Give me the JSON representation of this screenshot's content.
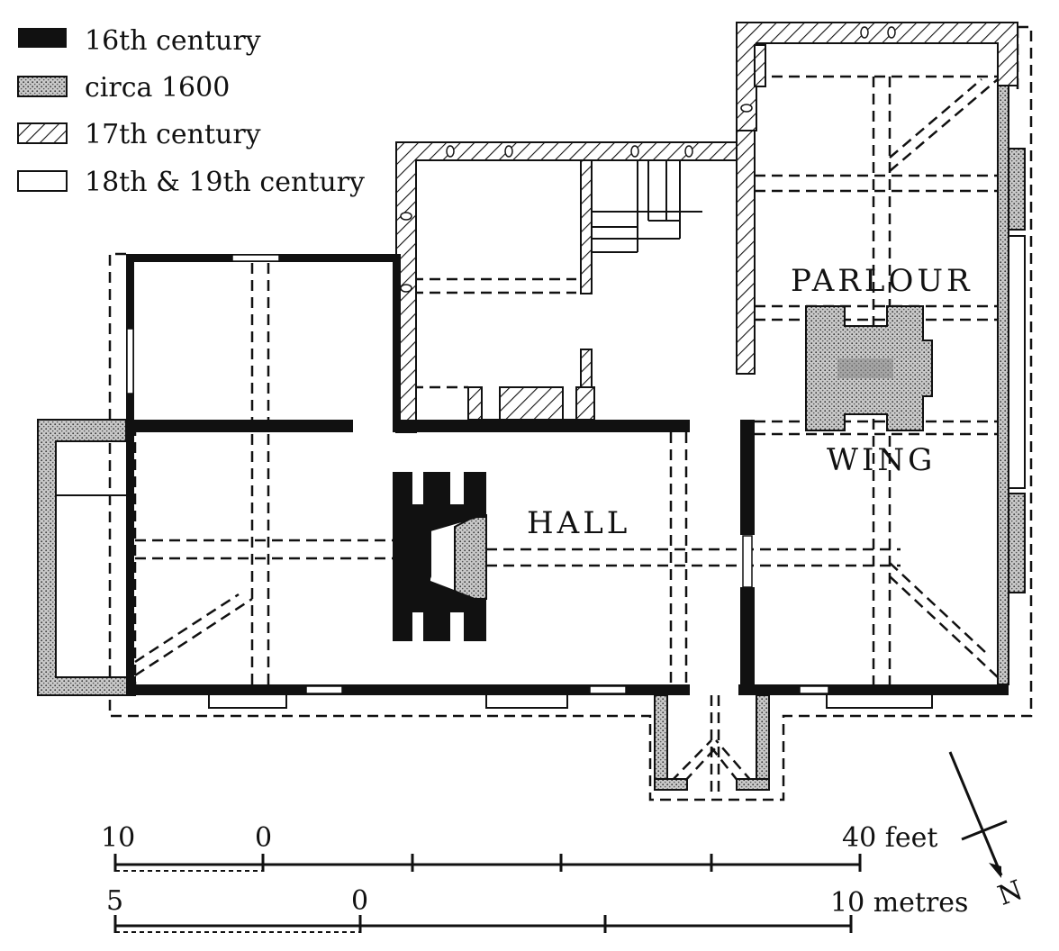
{
  "legend": {
    "items": [
      {
        "label": "16th century",
        "fill": "solid"
      },
      {
        "label": "circa 1600",
        "fill": "stipple"
      },
      {
        "label": "17th century",
        "fill": "hatch"
      },
      {
        "label": "18th & 19th century",
        "fill": "open"
      }
    ]
  },
  "rooms": {
    "parlour": "PARLOUR",
    "wing": "WING",
    "hall": "HALL"
  },
  "scale_feet": {
    "left_label": "10",
    "zero_label": "0",
    "right_label": "40 feet"
  },
  "scale_metres": {
    "left_label": "5",
    "zero_label": "0",
    "right_label": "10 metres"
  },
  "north_arrow": {
    "label": "N"
  },
  "colors": {
    "ink": "#111111",
    "paper": "#ffffff"
  }
}
